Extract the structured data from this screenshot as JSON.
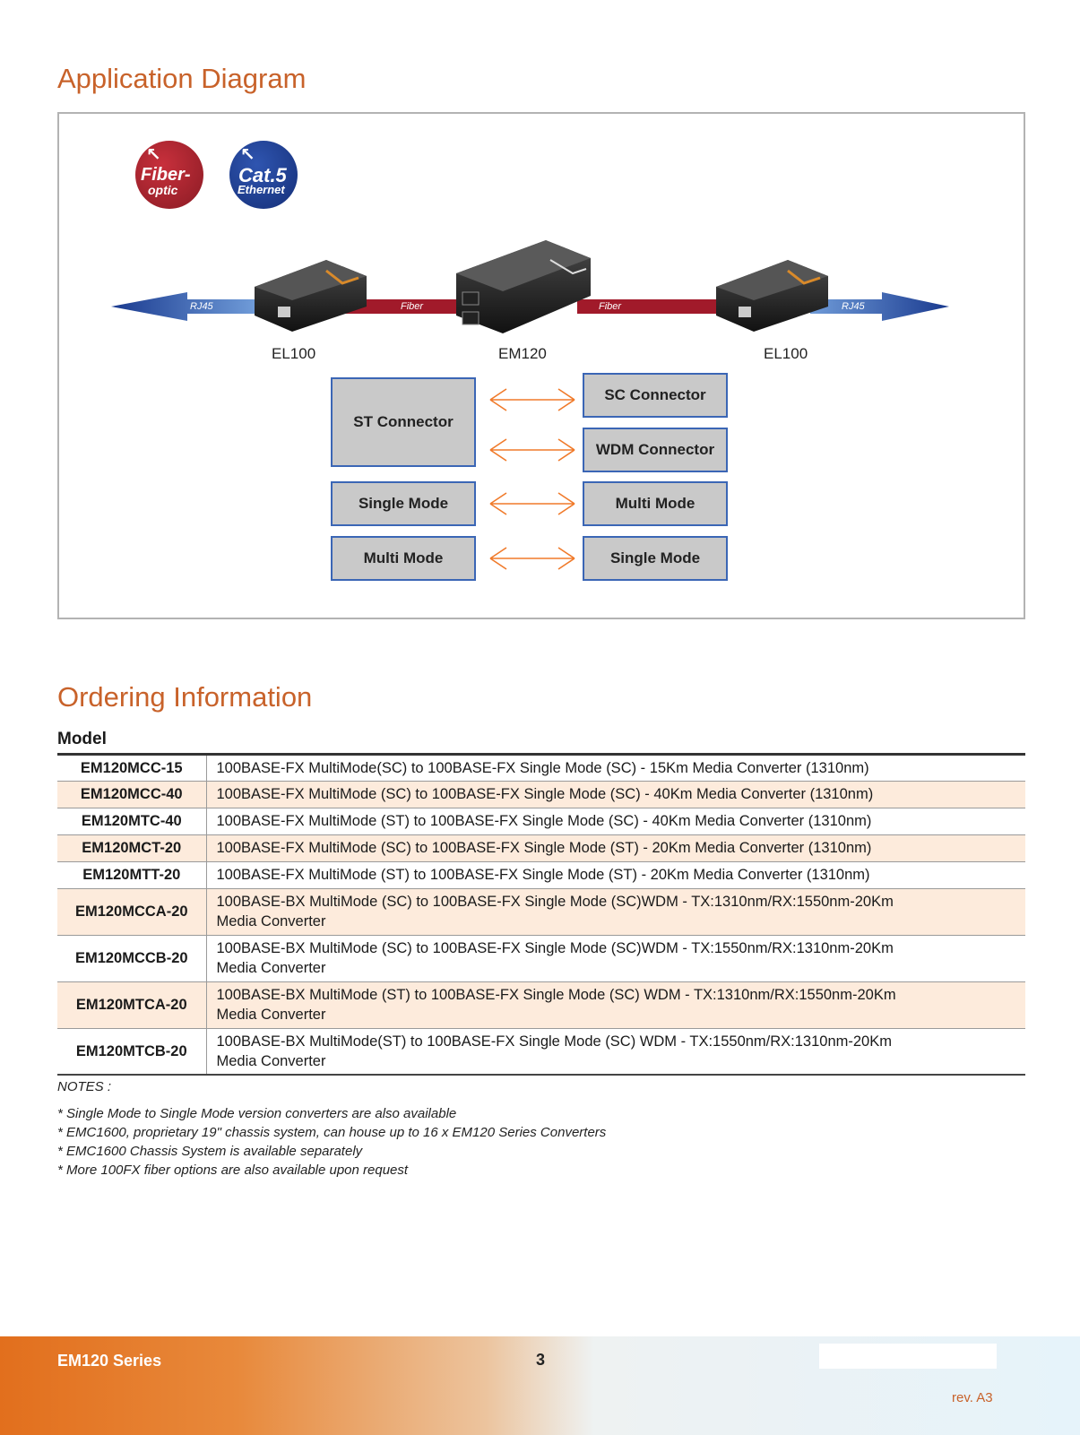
{
  "diagram": {
    "title": "Application Diagram",
    "badges": {
      "fiber": {
        "line1": "Fiber-",
        "line2": "optic"
      },
      "cat5": {
        "line1": "Cat.5",
        "line2": "Ethernet"
      }
    },
    "cable_labels": {
      "rj45_left": "RJ45",
      "fiber_left": "Fiber",
      "fiber_right": "Fiber",
      "rj45_right": "RJ45"
    },
    "devices": {
      "left": "EL100",
      "center": "EM120",
      "right": "EL100"
    },
    "options": {
      "st_connector": "ST Connector",
      "sc_connector": "SC Connector",
      "wdm_connector": "WDM Connector",
      "single_mode_left": "Single Mode",
      "multi_mode_right": "Multi Mode",
      "multi_mode_left": "Multi Mode",
      "single_mode_right": "Single Mode"
    },
    "colors": {
      "fiber_cable": "#a11a2a",
      "rj45_cable": "#1f3f94",
      "box_border": "#3b66b5",
      "arrow": "#f07a2a"
    }
  },
  "ordering": {
    "title": "Ordering Information",
    "header": "Model",
    "rows": [
      {
        "model": "EM120MCC-15",
        "line1": "100BASE-FX MultiMode(SC) to 100BASE-FX Single Mode (SC) - 15Km Media Converter (1310nm)",
        "line2": ""
      },
      {
        "model": "EM120MCC-40",
        "line1": "100BASE-FX MultiMode (SC) to 100BASE-FX Single Mode (SC) - 40Km Media Converter (1310nm)",
        "line2": ""
      },
      {
        "model": "EM120MTC-40",
        "line1": "100BASE-FX MultiMode (ST) to 100BASE-FX Single Mode (SC) - 40Km Media Converter (1310nm)",
        "line2": ""
      },
      {
        "model": "EM120MCT-20",
        "line1": "100BASE-FX MultiMode (SC) to 100BASE-FX Single Mode (ST) - 20Km Media Converter (1310nm)",
        "line2": ""
      },
      {
        "model": "EM120MTT-20",
        "line1": "100BASE-FX MultiMode (ST) to 100BASE-FX Single Mode (ST) - 20Km Media Converter (1310nm)",
        "line2": ""
      },
      {
        "model": "EM120MCCA-20",
        "line1": "100BASE-BX MultiMode (SC) to 100BASE-FX Single Mode (SC)WDM - TX:1310nm/RX:1550nm-20Km",
        "line2": "Media Converter"
      },
      {
        "model": "EM120MCCB-20",
        "line1": "100BASE-BX MultiMode (SC) to 100BASE-FX Single Mode (SC)WDM - TX:1550nm/RX:1310nm-20Km",
        "line2": "Media Converter"
      },
      {
        "model": "EM120MTCA-20",
        "line1": "100BASE-BX MultiMode (ST) to 100BASE-FX Single Mode (SC) WDM - TX:1310nm/RX:1550nm-20Km",
        "line2": "Media Converter"
      },
      {
        "model": "EM120MTCB-20",
        "line1": "100BASE-BX MultiMode(ST) to 100BASE-FX Single Mode (SC) WDM - TX:1550nm/RX:1310nm-20Km",
        "line2": "Media Converter"
      }
    ],
    "notes_label": "NOTES :",
    "notes": [
      "* Single Mode to Single Mode version converters are also available",
      "* EMC1600, proprietary 19\" chassis system, can house up to 16 x EM120 Series Converters",
      "* EMC1600 Chassis System is available separately",
      "* More 100FX fiber options are also available upon request"
    ],
    "row_highlight_color": "#fdebdc"
  },
  "footer": {
    "series": "EM120 Series",
    "page": "3",
    "revision": "rev. A3",
    "accent_color": "#e26f1d"
  }
}
